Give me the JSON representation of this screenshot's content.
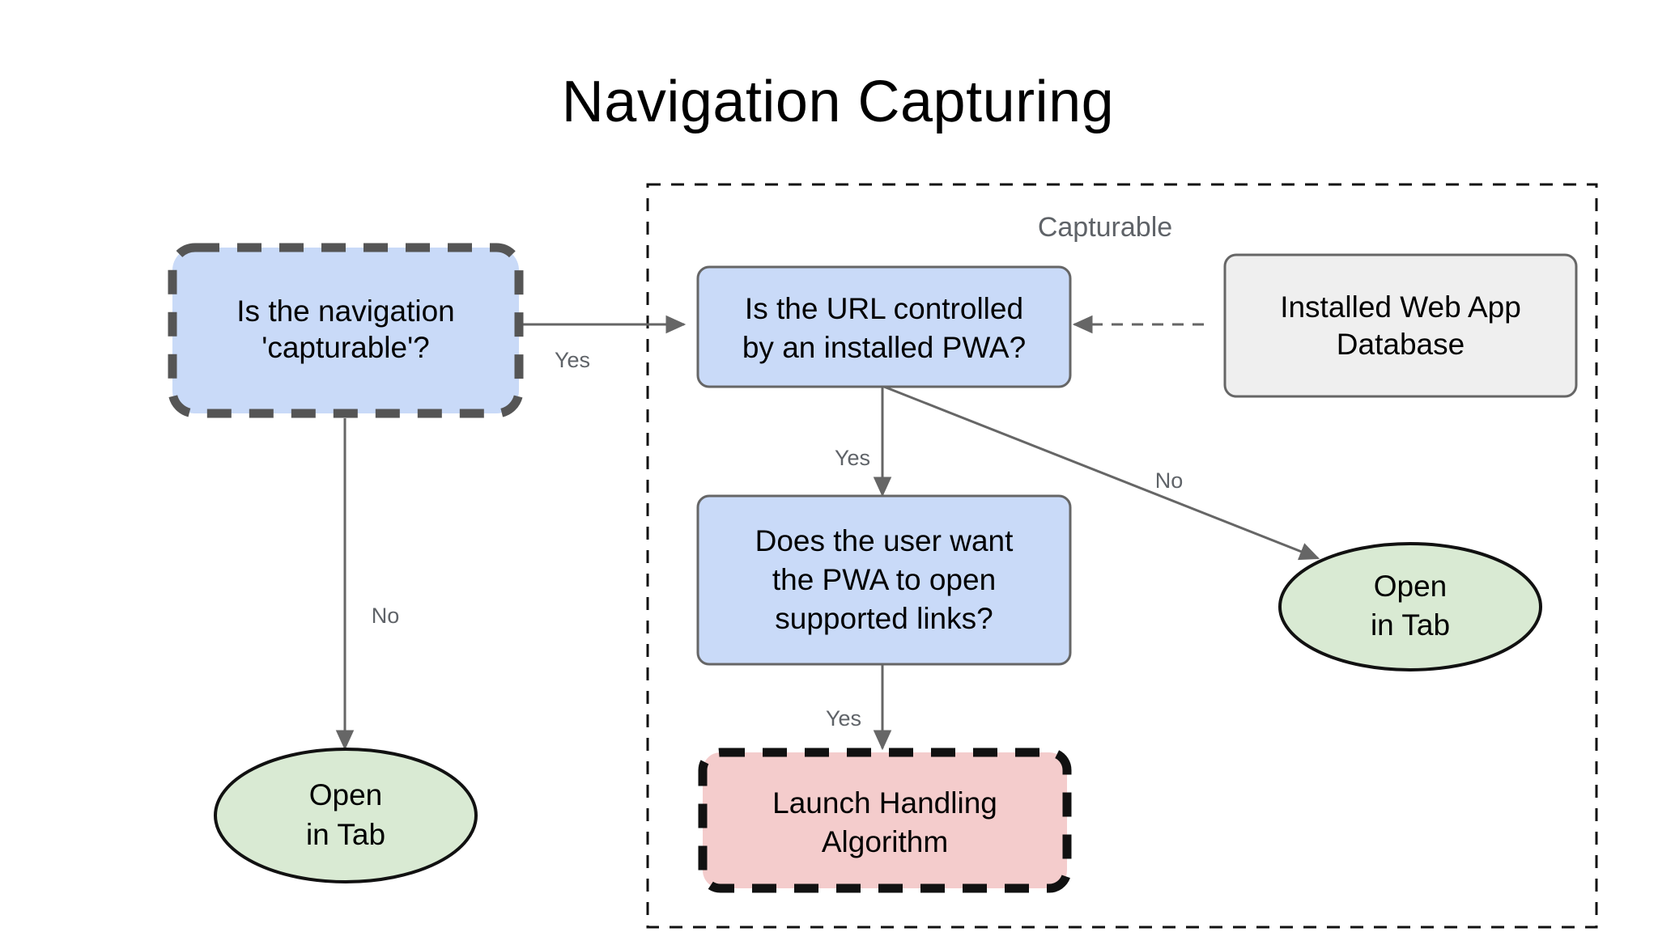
{
  "page": {
    "title": "Navigation Capturing",
    "background_color": "#ffffff"
  },
  "colors": {
    "decision_fill": "#c9daf8",
    "decision_stroke": "#666666",
    "highlight_stroke": "#555555",
    "datastore_fill": "#efefef",
    "datastore_stroke": "#666666",
    "terminal_fill": "#d9ead3",
    "terminal_stroke": "#111111",
    "process_fill": "#f4cccc",
    "process_stroke": "#111111",
    "edge_stroke": "#666666",
    "label_text": "#5f6368",
    "node_text": "#000000"
  },
  "group": {
    "label": "Capturable",
    "style": "dashed-container"
  },
  "nodes": [
    {
      "id": "is-navigation-capturable",
      "shape": "rounded-rect-dashed",
      "line1": "Is the navigation",
      "line2": "'capturable'?",
      "fill": "#c9daf8"
    },
    {
      "id": "is-url-controlled",
      "shape": "rounded-rect",
      "line1": "Is the URL controlled",
      "line2": "by an installed PWA?",
      "fill": "#c9daf8"
    },
    {
      "id": "installed-web-app-database",
      "shape": "rounded-rect",
      "line1": "Installed Web App",
      "line2": "Database",
      "fill": "#efefef"
    },
    {
      "id": "does-user-want-pwa",
      "shape": "rounded-rect",
      "line1": "Does the user want",
      "line2": "the PWA to open",
      "line3": "supported links?",
      "fill": "#c9daf8"
    },
    {
      "id": "open-in-tab-left",
      "shape": "ellipse",
      "line1": "Open",
      "line2": "in Tab",
      "fill": "#d9ead3"
    },
    {
      "id": "open-in-tab-right",
      "shape": "ellipse",
      "line1": "Open",
      "line2": "in Tab",
      "fill": "#d9ead3"
    },
    {
      "id": "launch-handling-algorithm",
      "shape": "rounded-rect-dashed",
      "line1": "Launch Handling",
      "line2": "Algorithm",
      "fill": "#f4cccc"
    }
  ],
  "edges": [
    {
      "id": "capturable-yes",
      "from": "is-navigation-capturable",
      "to": "is-url-controlled",
      "label": "Yes",
      "style": "solid"
    },
    {
      "id": "capturable-no",
      "from": "is-navigation-capturable",
      "to": "open-in-tab-left",
      "label": "No",
      "style": "solid"
    },
    {
      "id": "database-lookup",
      "from": "installed-web-app-database",
      "to": "is-url-controlled",
      "label": "",
      "style": "dashed"
    },
    {
      "id": "url-controlled-yes",
      "from": "is-url-controlled",
      "to": "does-user-want-pwa",
      "label": "Yes",
      "style": "solid"
    },
    {
      "id": "url-controlled-no",
      "from": "is-url-controlled",
      "to": "open-in-tab-right",
      "label": "No",
      "style": "solid"
    },
    {
      "id": "user-want-yes",
      "from": "does-user-want-pwa",
      "to": "launch-handling-algorithm",
      "label": "Yes",
      "style": "solid"
    }
  ]
}
